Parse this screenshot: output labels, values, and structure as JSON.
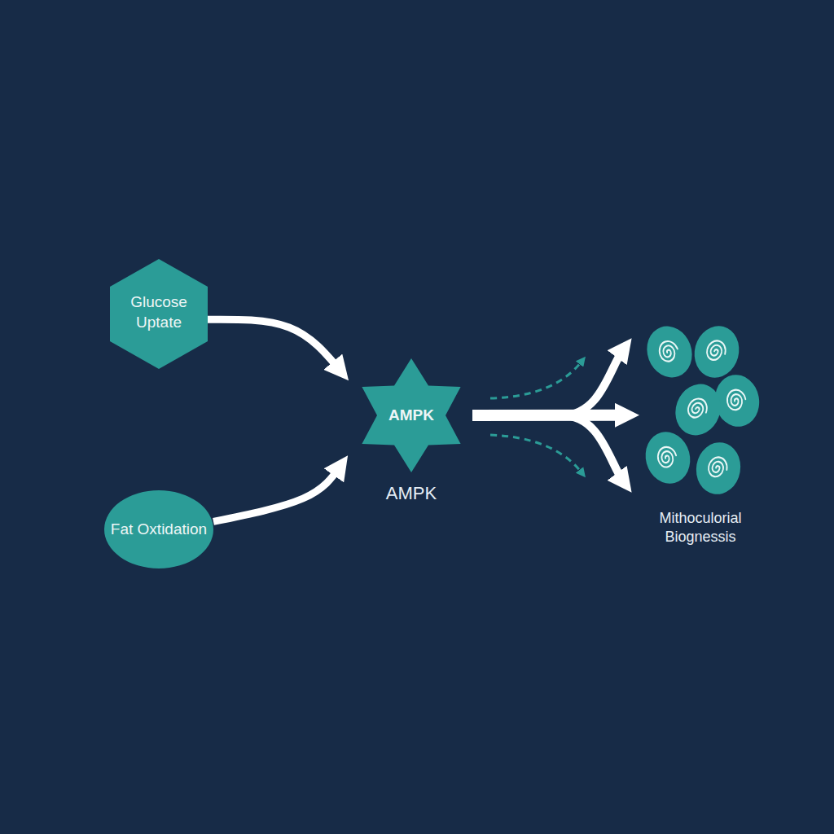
{
  "diagram": {
    "nodes": [
      {
        "text": [
          "Glucose Uptate"
        ]
      },
      {
        "text": [
          "Fat Oxtidation"
        ]
      },
      {
        "text": [
          "AMPK",
          "AMPK"
        ]
      },
      {
        "text": [
          "Mithoculorial Biognessis"
        ]
      }
    ],
    "edges": [
      {
        "from": 0,
        "to": 2,
        "arrow": "to"
      },
      {
        "from": 1,
        "to": 2,
        "arrow": "to"
      },
      {
        "from": 2,
        "to": 3,
        "arrow": "to"
      }
    ]
  }
}
